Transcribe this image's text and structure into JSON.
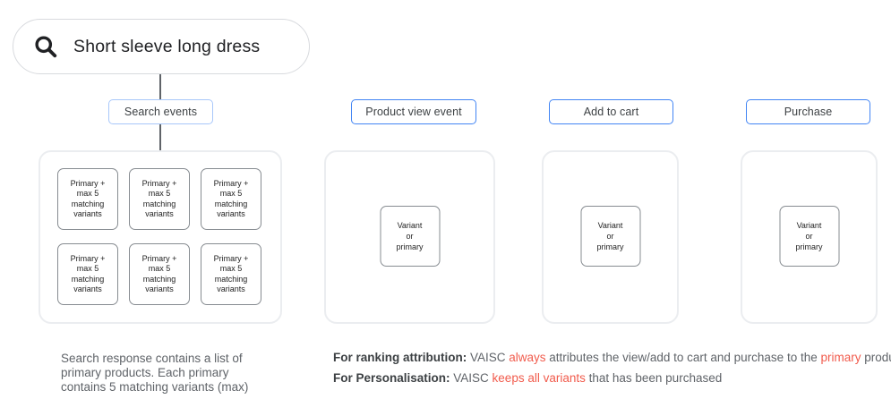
{
  "search": {
    "query": "Short sleeve long dress"
  },
  "events": {
    "search": {
      "label": "Search events",
      "card": "Primary +\nmax 5\nmatching\nvariants"
    },
    "product_view": {
      "label": "Product view event",
      "card": "Variant\nor\nprimary"
    },
    "add_to_cart": {
      "label": "Add to cart",
      "card": "Variant\nor\nprimary"
    },
    "purchase": {
      "label": "Purchase",
      "card": "Variant\nor\nprimary"
    }
  },
  "caption": "Search response contains a list of\nprimary products. Each primary\ncontains 5 matching variants (max)",
  "notes": [
    {
      "label": "For ranking attribution:",
      "parts": [
        {
          "text": " VAISC ",
          "style": "normal"
        },
        {
          "text": "always",
          "style": "red"
        },
        {
          "text": " attributes the view/add to cart and purchase to the ",
          "style": "normal"
        },
        {
          "text": "primary",
          "style": "red"
        },
        {
          "text": " product.",
          "style": "normal"
        }
      ]
    },
    {
      "label": "For Personalisation:",
      "parts": [
        {
          "text": " VAISC ",
          "style": "normal"
        },
        {
          "text": "keeps all variants",
          "style": "red"
        },
        {
          "text": " that has been purchased",
          "style": "normal"
        }
      ]
    }
  ],
  "colors": {
    "accent_blue": "#4285f4",
    "light_blue": "#a8c7fa",
    "highlight_red": "#f15b4c",
    "text_dark": "#202124",
    "text_gray": "#5f6368"
  }
}
